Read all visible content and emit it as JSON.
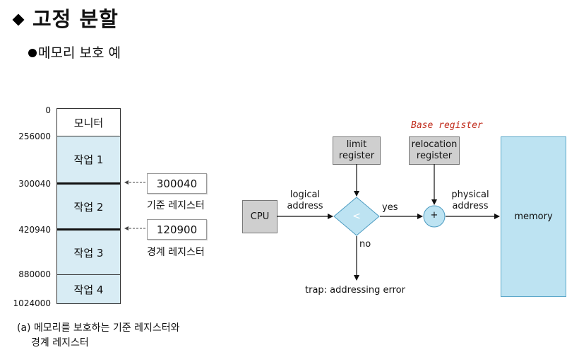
{
  "header": {
    "title": "고정 분할",
    "subtitle": "메모리 보호 예"
  },
  "memory_map": {
    "segments": [
      "모니터",
      "작업 1",
      "작업 2",
      "작업 3",
      "작업 4"
    ],
    "addresses": [
      "0",
      "256000",
      "300040",
      "420940",
      "880000",
      "1024000"
    ],
    "base_register": {
      "value": "300040",
      "label": "기준 레지스터"
    },
    "limit_register": {
      "value": "120900",
      "label": "경계 레지스터"
    },
    "caption_line1": "(a) 메모리를 보호하는 기준 레지스터와",
    "caption_line2": "경계 레지스터"
  },
  "flow": {
    "cpu": "CPU",
    "limit_register": [
      "limit",
      "register"
    ],
    "relocation_register": [
      "relocation",
      "register"
    ],
    "compare_symbol": "<",
    "add_symbol": "+",
    "memory": "memory",
    "logical_address": [
      "logical",
      "address"
    ],
    "physical_address": [
      "physical",
      "address"
    ],
    "yes": "yes",
    "no": "no",
    "trap": "trap: addressing error",
    "annotation": "Base register"
  }
}
